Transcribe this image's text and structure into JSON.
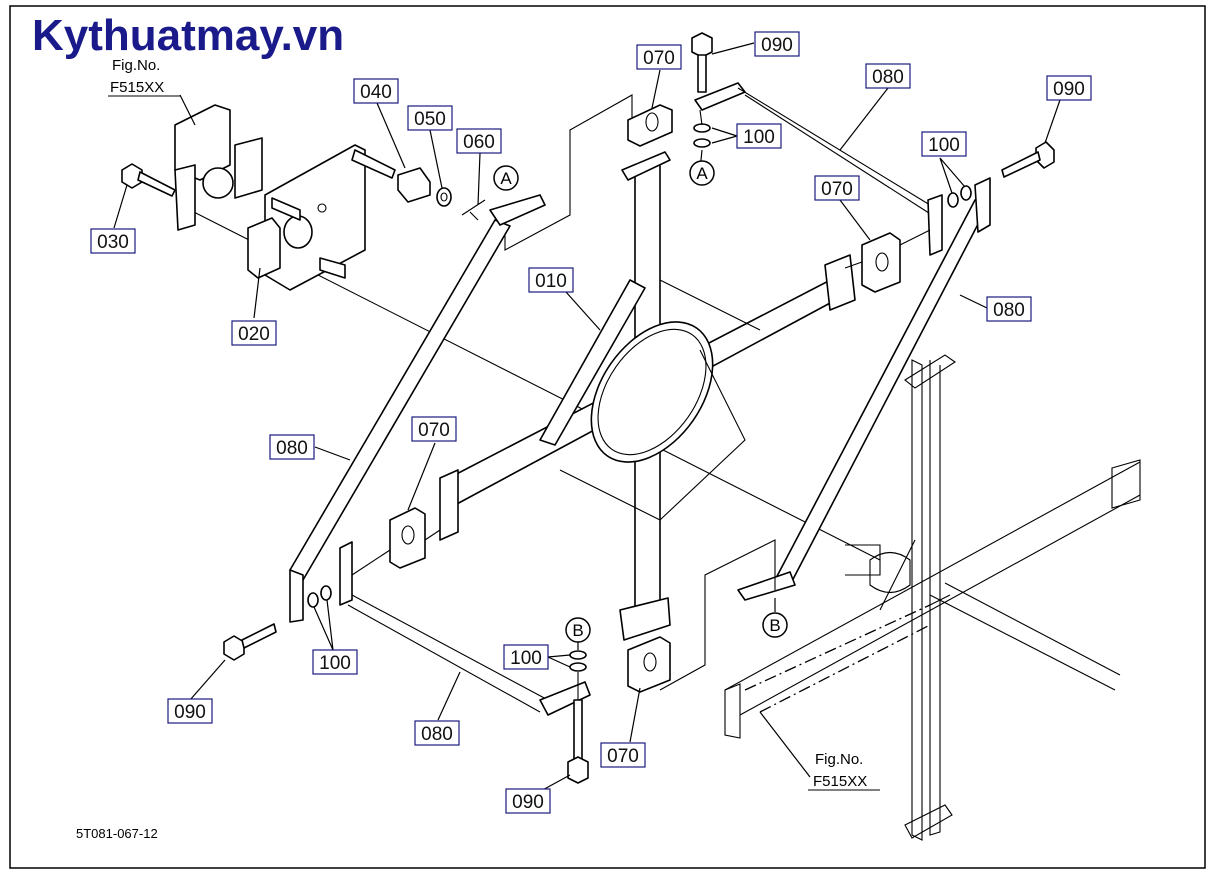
{
  "watermark": "Kythuatmay.vn",
  "fig_ref_top": {
    "line1": "Fig.No.",
    "line2": "F515XX"
  },
  "fig_ref_bottom": {
    "line1": "Fig.No.",
    "line2": "F515XX"
  },
  "drawing_code": "5T081-067-12",
  "ref_markers": {
    "a": "A",
    "b": "B"
  },
  "part_labels": {
    "p010": "010",
    "p020": "020",
    "p030": "030",
    "p040": "040",
    "p050": "050",
    "p060": "060",
    "p070_top": "070",
    "p070_right": "070",
    "p070_left": "070",
    "p070_bottom": "070",
    "p080_top": "080",
    "p080_right": "080",
    "p080_left": "080",
    "p080_bottom": "080",
    "p090_top": "090",
    "p090_right": "090",
    "p090_left": "090",
    "p090_bottom": "090",
    "p100_top": "100",
    "p100_right": "100",
    "p100_left": "100",
    "p100_bottom": "100"
  }
}
